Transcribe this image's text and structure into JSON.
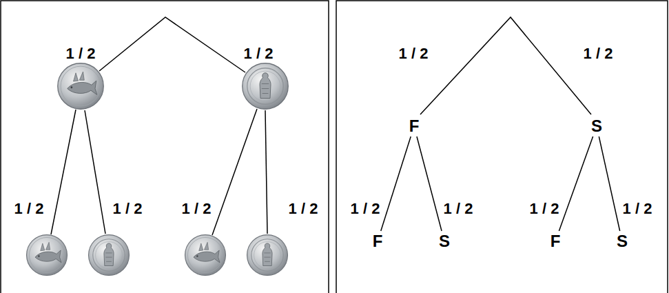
{
  "diagram": {
    "nodes": [
      {
        "text": [
          "F"
        ]
      },
      {
        "text": [
          "S"
        ]
      },
      {
        "text": [
          "F"
        ]
      },
      {
        "text": [
          "S"
        ]
      },
      {
        "text": [
          "F"
        ]
      },
      {
        "text": [
          "S"
        ]
      }
    ],
    "edges": [
      {
        "from": 0,
        "to": 2,
        "arrow": "none",
        "label": "1 / 2"
      },
      {
        "from": 0,
        "to": 3,
        "arrow": "none",
        "label": "1 / 2"
      },
      {
        "from": 1,
        "to": 4,
        "arrow": "none",
        "label": "1 / 2"
      },
      {
        "from": 1,
        "to": 5,
        "arrow": "none",
        "label": "1 / 2"
      }
    ],
    "labels": [
      "1 / 2",
      "1 / 2",
      "1 / 2",
      "1 / 2",
      "1 / 2",
      "1 / 2",
      "1 / 2",
      "1 / 2"
    ]
  }
}
